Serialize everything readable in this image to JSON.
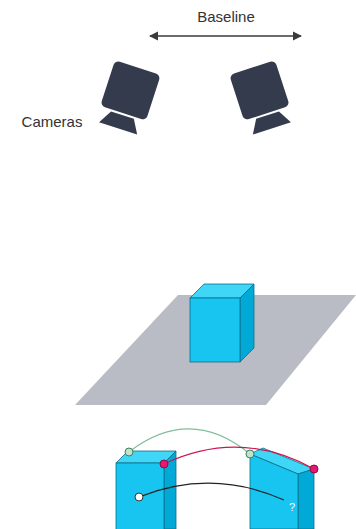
{
  "diagram": {
    "labels": [
      "Baseline",
      "Cameras",
      "?"
    ]
  }
}
